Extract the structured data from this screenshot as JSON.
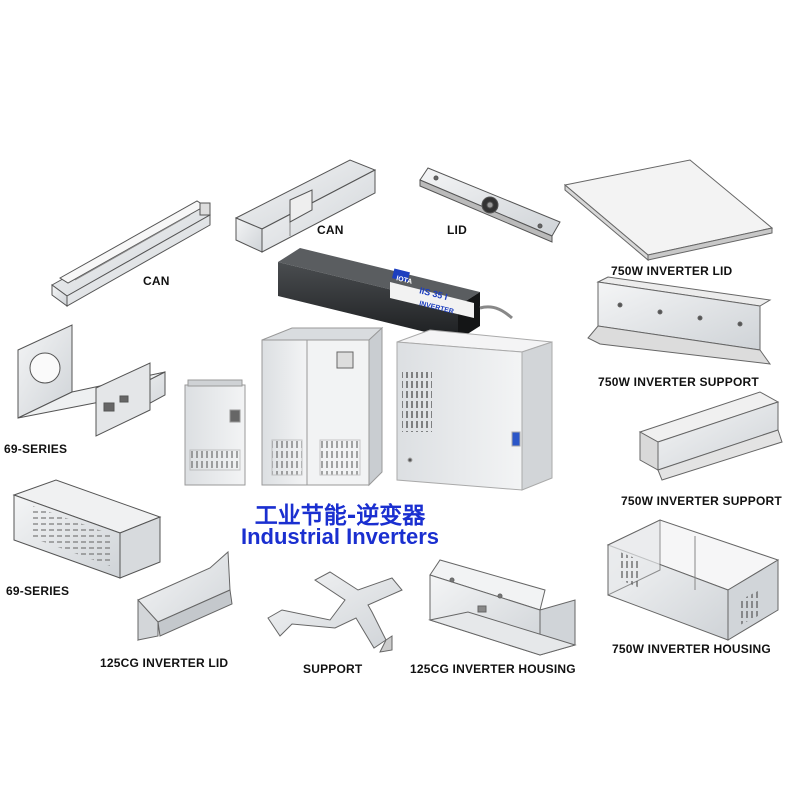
{
  "heading": {
    "chinese": "工业节能-逆变器",
    "english": "Industrial Inverters"
  },
  "labels": {
    "can_left": "CAN",
    "can_top": "CAN",
    "lid": "LID",
    "lid_750w": "750W INVERTER LID",
    "series_69_frame": "69-SERIES",
    "series_69_cover": "69-SERIES",
    "support_750w_1": "750W INVERTER SUPPORT",
    "support_750w_2": "750W INVERTER SUPPORT",
    "lid_125cg": "125CG INVERTER LID",
    "support": "SUPPORT",
    "housing_125cg": "125CG INVERTER HOUSING",
    "housing_750w": "750W INVERTER HOUSING"
  },
  "product_markings": {
    "ballast_brand": "IOTA",
    "ballast_model": "IIS 35 I",
    "ballast_type": "INVERTER"
  },
  "colors": {
    "heading": "#1a2fd0",
    "metal": "#e6e8eb",
    "metal_dark": "#b9bec4",
    "ballast_body": "#2a2c2e"
  }
}
